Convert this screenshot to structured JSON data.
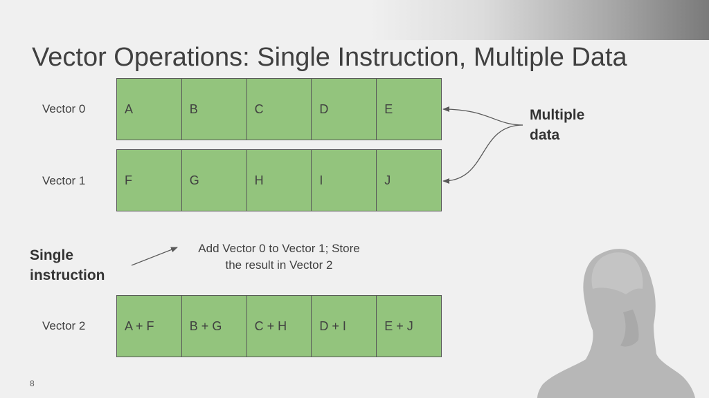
{
  "title": "Vector Operations: Single Instruction, Multiple Data",
  "vectors": [
    {
      "label": "Vector 0",
      "cells": [
        "A",
        "B",
        "C",
        "D",
        "E"
      ]
    },
    {
      "label": "Vector 1",
      "cells": [
        "F",
        "G",
        "H",
        "I",
        "J"
      ]
    },
    {
      "label": "Vector 2",
      "cells": [
        "A + F",
        "B + G",
        "C + H",
        "D + I",
        "E + J"
      ]
    }
  ],
  "multiple_data": {
    "line1": "Multiple",
    "line2": "data"
  },
  "single_instruction": {
    "line1": "Single",
    "line2": "instruction"
  },
  "instruction": {
    "line1": "Add Vector 0 to Vector 1; Store",
    "line2": "the result in Vector 2"
  },
  "page_number": "8",
  "colors": {
    "cell_fill": "#93c47d",
    "cell_border": "#595959",
    "text": "#404040"
  }
}
